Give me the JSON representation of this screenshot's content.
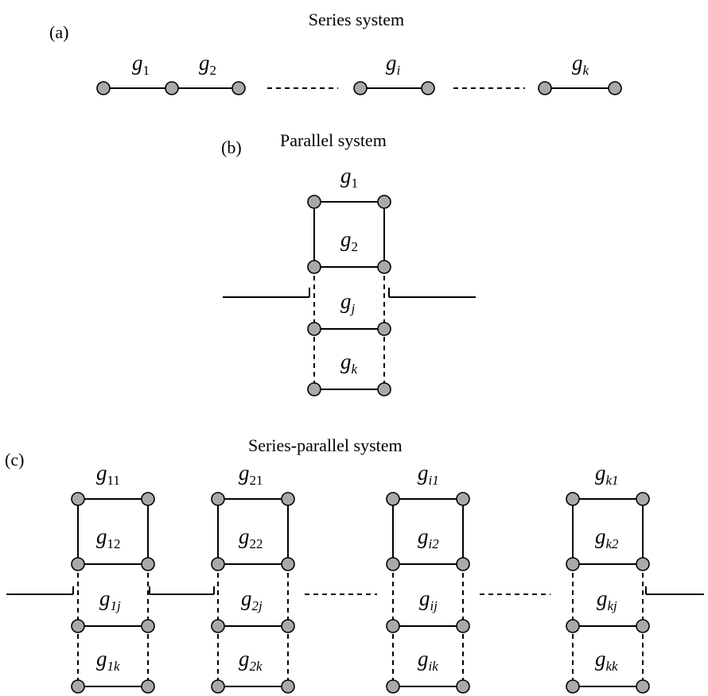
{
  "panel_a": {
    "tag": "(a)",
    "title": "Series system",
    "labels": [
      {
        "base": "g",
        "sub": "1"
      },
      {
        "base": "g",
        "sub": "2"
      },
      {
        "base": "g",
        "sub": "i"
      },
      {
        "base": "g",
        "sub": "k"
      }
    ]
  },
  "panel_b": {
    "tag": "(b)",
    "title": "Parallel system",
    "labels": [
      {
        "base": "g",
        "sub": "1"
      },
      {
        "base": "g",
        "sub": "2"
      },
      {
        "base": "g",
        "sub": "j"
      },
      {
        "base": "g",
        "sub": "k"
      }
    ]
  },
  "panel_c": {
    "tag": "(c)",
    "title": "Series-parallel system",
    "blocks": [
      {
        "labels": [
          {
            "base": "g",
            "sub": "11"
          },
          {
            "base": "g",
            "sub": "12"
          },
          {
            "base": "g",
            "sub": "1j"
          },
          {
            "base": "g",
            "sub": "1k"
          }
        ]
      },
      {
        "labels": [
          {
            "base": "g",
            "sub": "21"
          },
          {
            "base": "g",
            "sub": "22"
          },
          {
            "base": "g",
            "sub": "2j"
          },
          {
            "base": "g",
            "sub": "2k"
          }
        ]
      },
      {
        "labels": [
          {
            "base": "g",
            "sub": "i1"
          },
          {
            "base": "g",
            "sub": "i2"
          },
          {
            "base": "g",
            "sub": "ij"
          },
          {
            "base": "g",
            "sub": "ik"
          }
        ]
      },
      {
        "labels": [
          {
            "base": "g",
            "sub": "k1"
          },
          {
            "base": "g",
            "sub": "k2"
          },
          {
            "base": "g",
            "sub": "kj"
          },
          {
            "base": "g",
            "sub": "kk"
          }
        ]
      }
    ]
  },
  "colors": {
    "node_fill": "#a9a9a9",
    "stroke": "#000000"
  }
}
